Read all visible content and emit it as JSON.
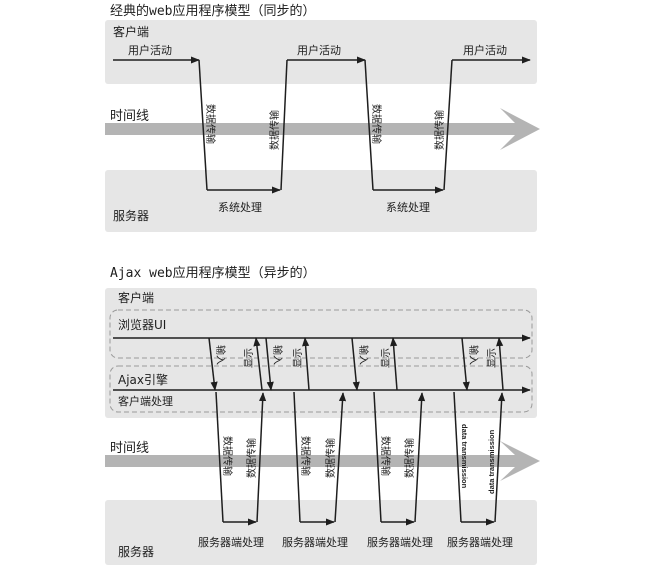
{
  "classic": {
    "title": "经典的web应用程序模型（同步的）",
    "client_label": "客户端",
    "user_activity": [
      "用户活动",
      "用户活动",
      "用户活动"
    ],
    "timeline_label": "时间线",
    "data_transfer": [
      "数据传输",
      "数据传输",
      "数据传输",
      "数据传输"
    ],
    "server_label": "服务器",
    "system_processing": [
      "系统处理",
      "系统处理"
    ]
  },
  "ajax": {
    "title": "Ajax web应用程序模型（异步的）",
    "client_label": "客户端",
    "browser_ui_label": "浏览器UI",
    "input": [
      "输入",
      "输入",
      "输入",
      "输入"
    ],
    "display": [
      "显示",
      "显示",
      "显示",
      "显示"
    ],
    "engine_label": "Ajax引擎",
    "client_processing_label": "客户端处理",
    "timeline_label": "时间线",
    "data_transfer": [
      "数据传输",
      "数据传输",
      "数据传输",
      "数据传输",
      "数据传输",
      "数据传输"
    ],
    "data_transmission": [
      "data transmission",
      "data transmission"
    ],
    "server_label": "服务器",
    "server_processing": [
      "服务器端处理",
      "服务器端处理",
      "服务器端处理",
      "服务器端处理"
    ]
  },
  "colors": {
    "panel": "#e6e6e6",
    "timeline": "#b4b4b4",
    "ink": "#1e1e1e",
    "dash": "#9a9a9a"
  }
}
